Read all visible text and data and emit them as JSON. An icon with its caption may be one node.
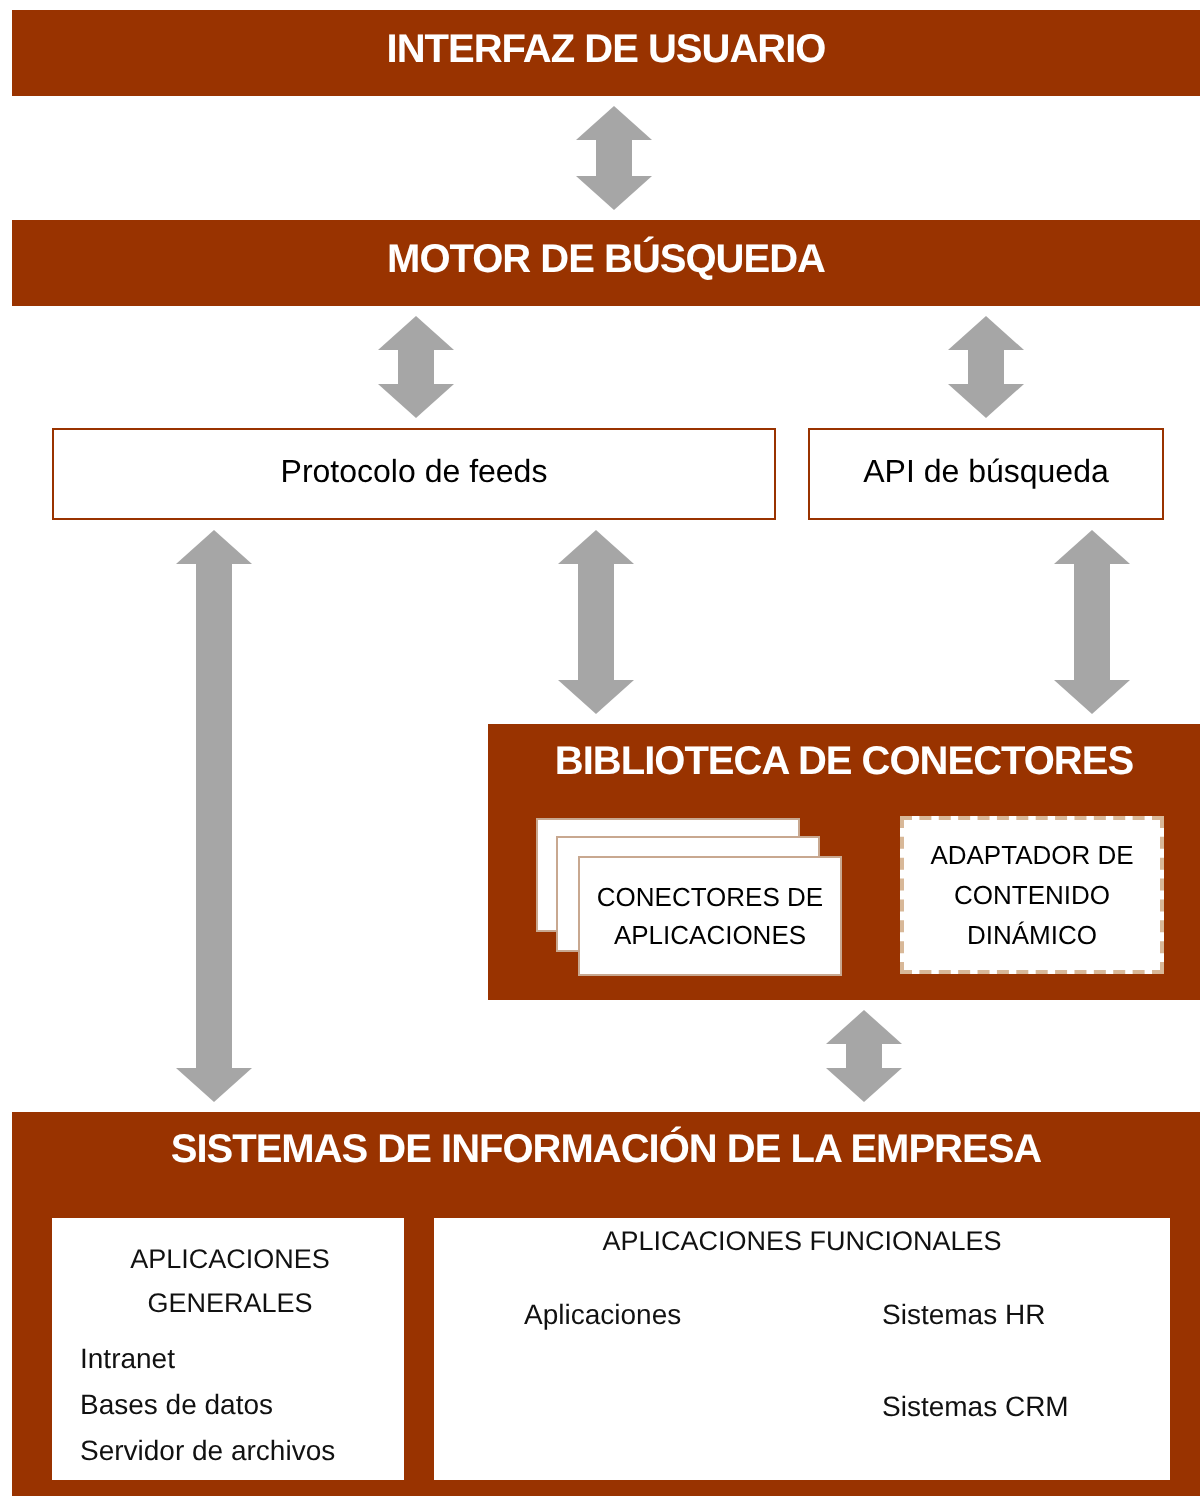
{
  "diagram": {
    "nodes": [
      {
        "text": [
          "INTERFAZ DE USUARIO"
        ]
      },
      {
        "text": [
          "MOTOR DE BÚSQUEDA"
        ]
      },
      {
        "text": [
          "Protocolo de feeds"
        ]
      },
      {
        "text": [
          "API de búsqueda"
        ]
      },
      {
        "text": [
          "BIBLIOTECA DE CONECTORES"
        ]
      },
      {
        "text": [
          "CONECTORES DE APLICACIONES"
        ],
        "in": 4
      },
      {
        "text": [
          "ADAPTADOR DE CONTENIDO DINÁMICO"
        ],
        "in": 4
      },
      {
        "text": [
          "SISTEMAS DE INFORMACIÓN DE LA EMPRESA"
        ]
      },
      {
        "text": [
          "APLICACIONES GENERALES",
          "Intranet",
          "Bases de datos",
          "Servidor de archivos"
        ],
        "in": 7
      },
      {
        "text": [
          "APLICACIONES FUNCIONALES",
          "Aplicaciones",
          "Sistemas HR",
          "Sistemas CRM"
        ],
        "in": 7
      }
    ],
    "edges": [
      {
        "from": 0,
        "to": 1,
        "arrow": "both"
      },
      {
        "from": 1,
        "to": 2,
        "arrow": "both"
      },
      {
        "from": 1,
        "to": 3,
        "arrow": "both"
      },
      {
        "from": 2,
        "to": 7,
        "arrow": "both"
      },
      {
        "from": 2,
        "to": 4,
        "arrow": "both"
      },
      {
        "from": 3,
        "to": 4,
        "arrow": "both"
      },
      {
        "from": 4,
        "to": 7,
        "arrow": "both"
      }
    ]
  }
}
